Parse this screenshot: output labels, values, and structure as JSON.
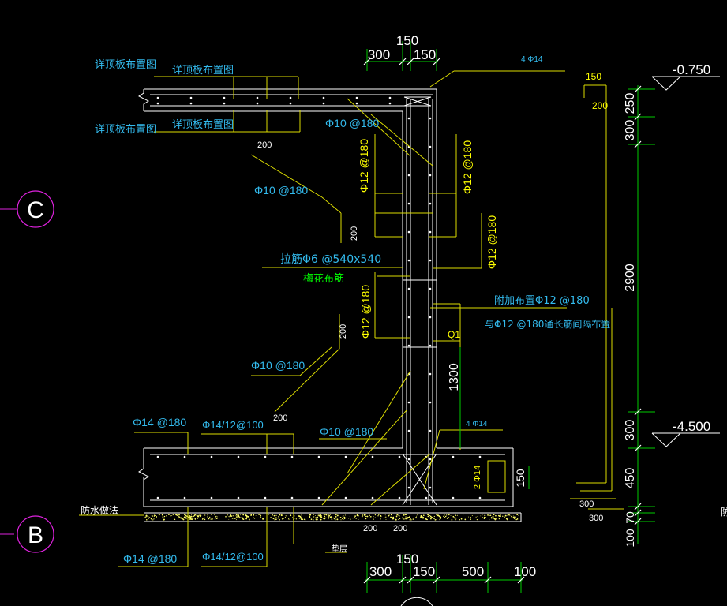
{
  "colors": {
    "background": "#000000",
    "cyan": "#33bbee",
    "yellow": "#ffff00",
    "white": "#ffffff",
    "green": "#00ff00",
    "magenta": "#dd22dd",
    "grid_green": "#00cc00"
  },
  "grid_axes": {
    "c": "C",
    "b": "B"
  },
  "dims_top": {
    "d300": "300",
    "d150a": "150",
    "d150b": "150"
  },
  "dims_bottom": {
    "d300": "300",
    "d150a": "150",
    "d150b": "150",
    "d500": "500",
    "d100": "100"
  },
  "dims_right": {
    "d250": "250",
    "d300a": "300",
    "d2900": "2900",
    "d300b": "300",
    "d450": "450",
    "d70": "70",
    "d100": "100"
  },
  "elevations": {
    "top": "-0.750",
    "bottom": "-4.500"
  },
  "notes": {
    "slab_ref_1": "详顶板布置图",
    "slab_ref_2": "详顶板布置图",
    "slab_ref_3": "详顶板布置图",
    "slab_ref_4": "详顶板布置图",
    "top_corner_bars": "4 Φ14",
    "bot_corner_bars": "4 Φ14",
    "rebar_top_inner": "Φ10 @180",
    "rebar_top_outer": "Φ10 @180",
    "wall_inner_v": "Φ12 @180",
    "wall_outer_v1": "Φ12 @180",
    "wall_outer_v2": "Φ12 @180",
    "wall_lower_v": "Φ12 @180",
    "wall_lower_h": "Φ10 @180",
    "ties": "拉筋Φ6 @540x540",
    "ties_layout": "梅花布筋",
    "extra_bars_1": "附加布置Φ12 @180",
    "extra_bars_2": "与Φ12 @180通长筋间隔布置",
    "base_top_left": "Φ14 @180",
    "base_top_right": "Φ14/12@100",
    "base_top_dist": "Φ10 @180",
    "base_bot_left": "Φ14 @180",
    "base_bot_right": "Φ14/12@100",
    "beam_bars": "2 Φ14",
    "waterproof": "防水做法",
    "cushion": "垫层",
    "q1": "Q1",
    "dim_1300": "1300",
    "dim_150_beam": "150",
    "len_200_a": "200",
    "len_200_b": "200",
    "len_200_c": "200",
    "len_200_d": "200",
    "len_200_e": "200",
    "len_200_f": "200",
    "len_150_hook": "150",
    "len_200_hook": "200",
    "len_300_hook_a": "300",
    "len_300_hook_b": "300",
    "edge_cut": "防"
  }
}
